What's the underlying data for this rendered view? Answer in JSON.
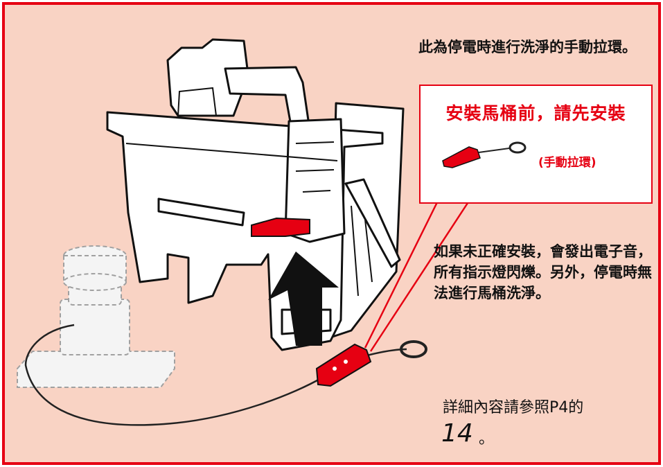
{
  "description_top": "此為停電時進行洗淨的手動拉環。",
  "callout": {
    "title": "安裝馬桶前，請先安裝",
    "label": "(手動拉環)"
  },
  "description_middle": "如果未正確安裝，會發出電子音，所有指示燈閃爍。另外，停電時無法進行馬桶洗淨。",
  "reference": {
    "text": "詳細內容請參照P4的",
    "number": "14",
    "suffix": "。"
  },
  "colors": {
    "frame": "#e60012",
    "background": "#f9d3c4",
    "accent_red": "#e60012"
  }
}
